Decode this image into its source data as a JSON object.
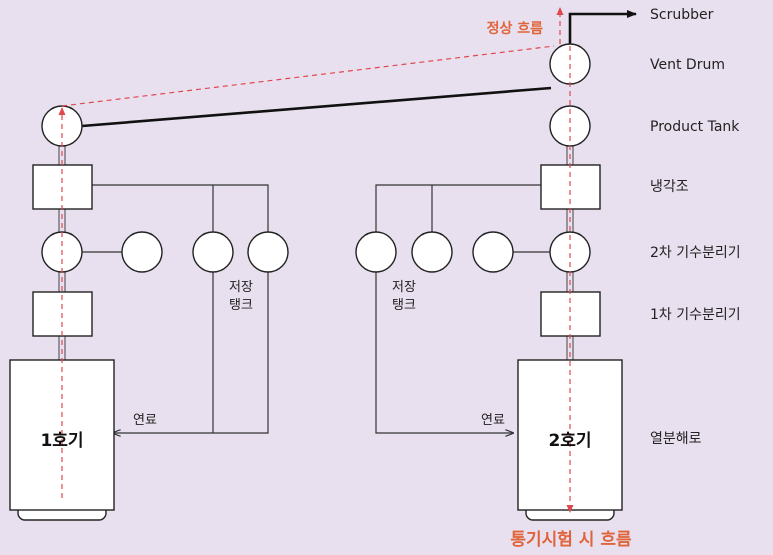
{
  "colors": {
    "background": "#e9e0ef",
    "flow_path": "#e0484e",
    "flow_label": "#e0643a",
    "line": "#222222"
  },
  "labels": {
    "scrubber": "Scrubber",
    "vent_drum": "Vent Drum",
    "product_tank": "Product Tank",
    "cooling_tank": "냉각조",
    "sep2": "2차 기수분리기",
    "sep1": "1차 기수분리기",
    "reactor": "열분해로"
  },
  "units": {
    "unit1": "1호기",
    "unit2": "2호기"
  },
  "storage_tank": {
    "line1": "저장",
    "line2": "탱크"
  },
  "fuel": "연료",
  "flows": {
    "normal": "정상 흐름",
    "vent_test": "통기시험 시 흐름"
  }
}
